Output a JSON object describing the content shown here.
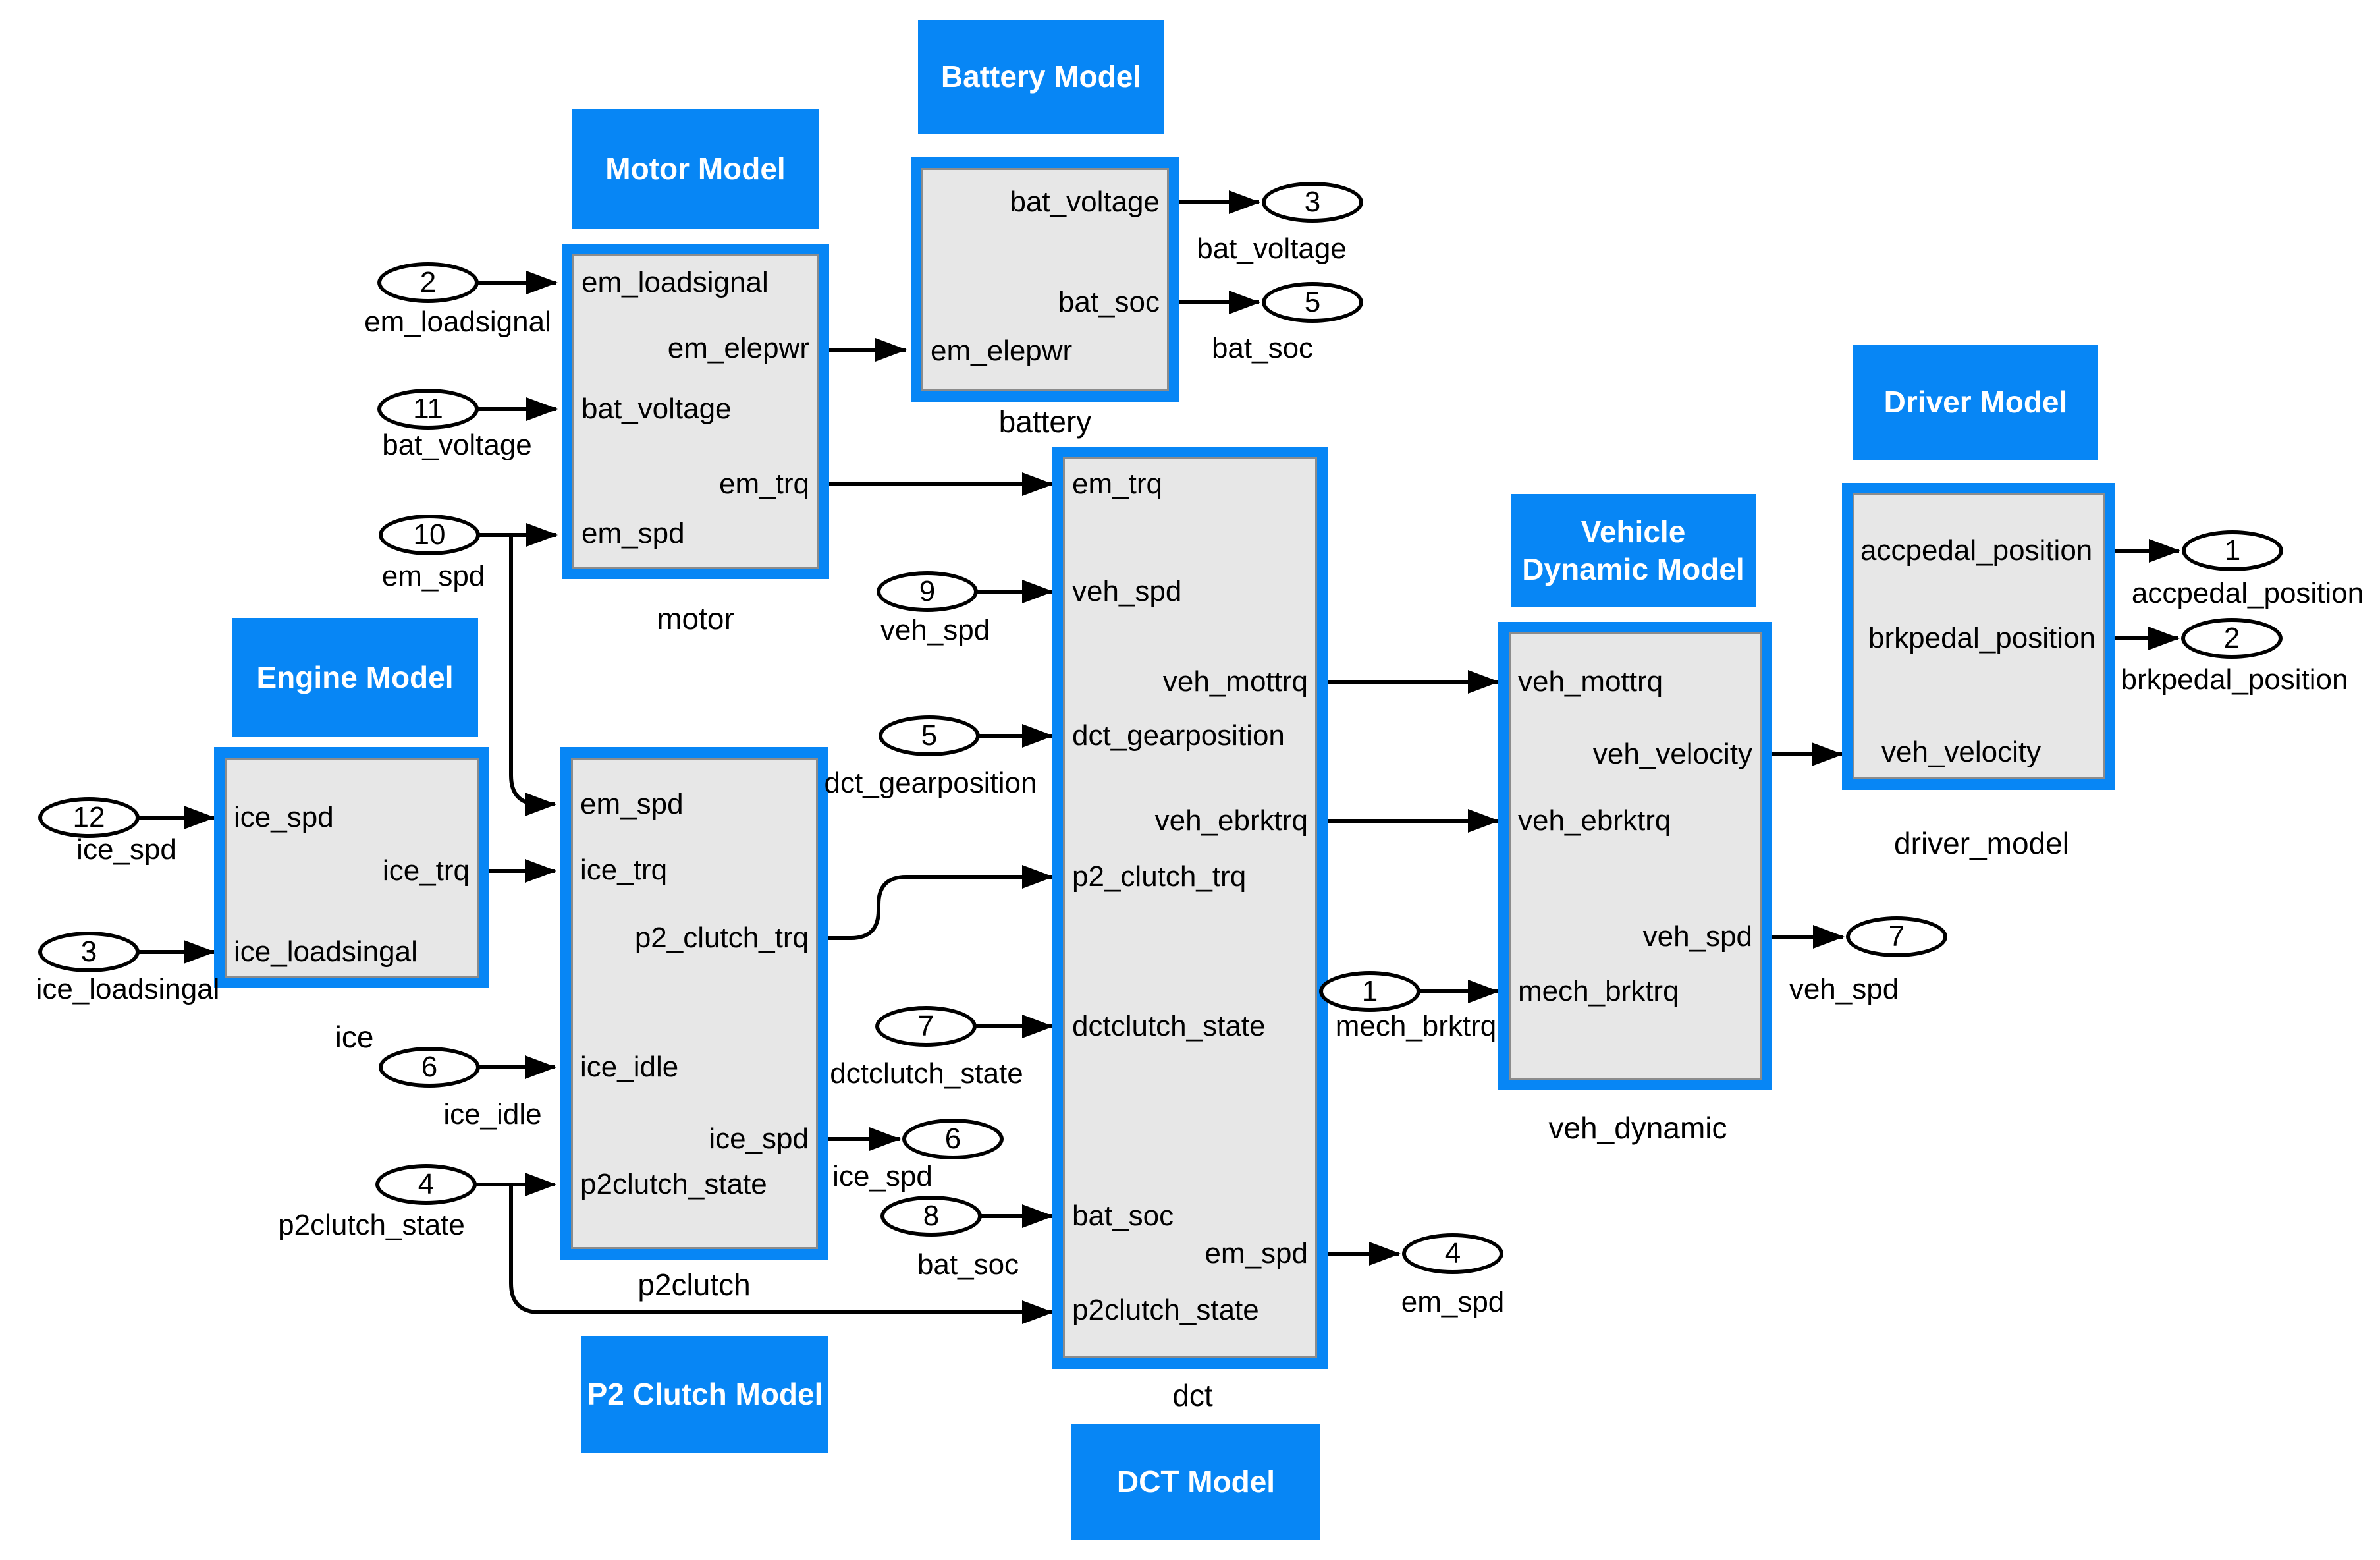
{
  "colors": {
    "accent_blue": "#0786f5",
    "block_fill": "#e7e7e7",
    "line_black": "#000000",
    "title_text": "#ffffff"
  },
  "titles": {
    "battery": "Battery Model",
    "motor": "Motor Model",
    "engine": "Engine Model",
    "p2clutch": "P2 Clutch Model",
    "dct": "DCT Model",
    "vehicle_dynamic": "Vehicle Dynamic Model",
    "driver": "Driver Model"
  },
  "blocks": {
    "battery": {
      "label": "battery",
      "ports": {
        "bat_voltage": "bat_voltage",
        "bat_soc": "bat_soc",
        "em_elepwr": "em_elepwr"
      }
    },
    "motor": {
      "label": "motor",
      "ports": {
        "em_loadsignal": "em_loadsignal",
        "em_elepwr": "em_elepwr",
        "bat_voltage": "bat_voltage",
        "em_trq": "em_trq",
        "em_spd": "em_spd"
      }
    },
    "ice": {
      "label": "ice",
      "ports": {
        "ice_spd": "ice_spd",
        "ice_trq": "ice_trq",
        "ice_loadsingal": "ice_loadsingal"
      }
    },
    "p2clutch": {
      "label": "p2clutch",
      "ports": {
        "em_spd": "em_spd",
        "ice_trq": "ice_trq",
        "p2_clutch_trq": "p2_clutch_trq",
        "ice_idle": "ice_idle",
        "ice_spd_out": "ice_spd",
        "p2clutch_state": "p2clutch_state"
      }
    },
    "dct": {
      "label": "dct",
      "ports": {
        "em_trq": "em_trq",
        "veh_spd": "veh_spd",
        "veh_mottrq": "veh_mottrq",
        "dct_gearposition": "dct_gearposition",
        "veh_ebrktrq": "veh_ebrktrq",
        "p2_clutch_trq": "p2_clutch_trq",
        "dctclutch_state": "dctclutch_state",
        "bat_soc": "bat_soc",
        "em_spd": "em_spd",
        "p2clutch_state": "p2clutch_state"
      }
    },
    "veh_dynamic": {
      "label": "veh_dynamic",
      "ports": {
        "veh_mottrq": "veh_mottrq",
        "veh_velocity": "veh_velocity",
        "veh_ebrktrq": "veh_ebrktrq",
        "veh_spd": "veh_spd",
        "mech_brktrq": "mech_brktrq"
      }
    },
    "driver_model": {
      "label": "driver_model",
      "ports": {
        "accpedal_position": "accpedal_position",
        "brkpedal_position": "brkpedal_position",
        "veh_velocity": "veh_velocity"
      }
    }
  },
  "inports": {
    "em_loadsignal": {
      "num": "2",
      "label": "em_loadsignal"
    },
    "bat_voltage": {
      "num": "11",
      "label": "bat_voltage"
    },
    "em_spd": {
      "num": "10",
      "label": "em_spd"
    },
    "ice_spd": {
      "num": "12",
      "label": "ice_spd"
    },
    "ice_loadsingal": {
      "num": "3",
      "label": "ice_loadsingal"
    },
    "ice_idle": {
      "num": "6",
      "label": "ice_idle"
    },
    "p2clutch_state": {
      "num": "4",
      "label": "p2clutch_state"
    },
    "veh_spd": {
      "num": "9",
      "label": "veh_spd"
    },
    "dct_gearposition": {
      "num": "5",
      "label": "dct_gearposition"
    },
    "dctclutch_state": {
      "num": "7",
      "label": "dctclutch_state"
    },
    "bat_soc": {
      "num": "8",
      "label": "bat_soc"
    },
    "mech_brktrq": {
      "num": "1",
      "label": "mech_brktrq"
    }
  },
  "outports": {
    "bat_voltage": {
      "num": "3",
      "label": "bat_voltage"
    },
    "bat_soc": {
      "num": "5",
      "label": "bat_soc"
    },
    "ice_spd": {
      "num": "6",
      "label": "ice_spd"
    },
    "em_spd": {
      "num": "4",
      "label": "em_spd"
    },
    "veh_spd": {
      "num": "7",
      "label": "veh_spd"
    },
    "accpedal_position": {
      "num": "1",
      "label": "accpedal_position"
    },
    "brkpedal_position": {
      "num": "2",
      "label": "brkpedal_position"
    }
  }
}
